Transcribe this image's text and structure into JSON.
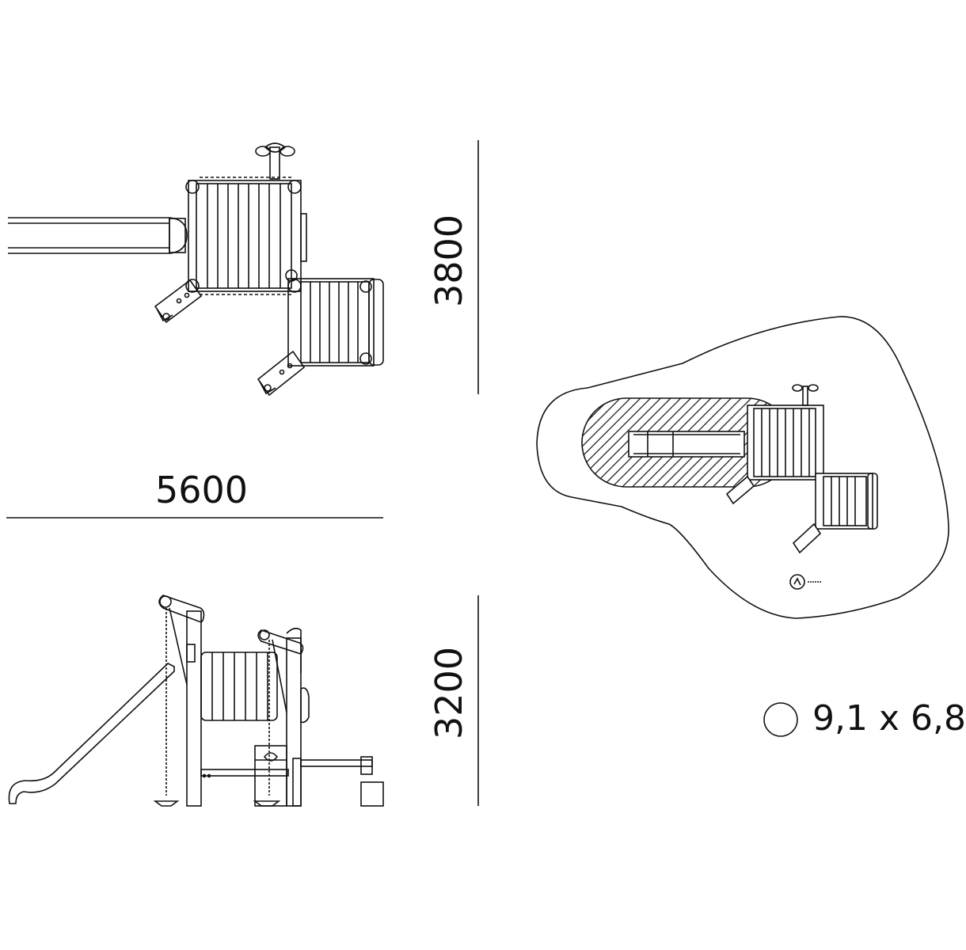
{
  "dimensions": {
    "width": "5600",
    "depth": "3800",
    "height": "3200"
  },
  "safety_zone": {
    "label": "9,1 x 6,8"
  },
  "colors": {
    "line": "#111111",
    "background": "#ffffff"
  }
}
